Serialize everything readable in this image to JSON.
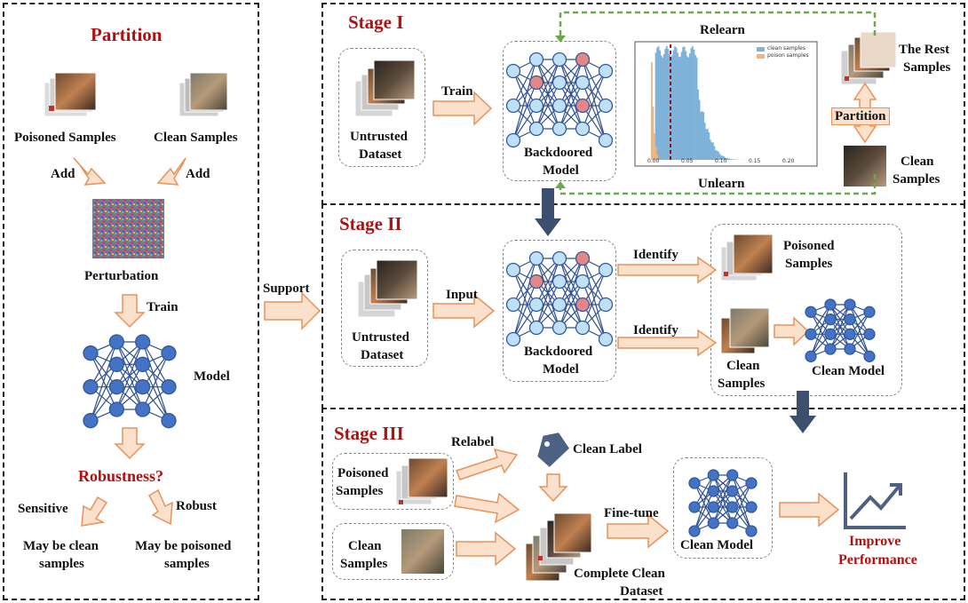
{
  "partition": {
    "title": "Partition",
    "poisoned_samples": "Poisoned Samples",
    "clean_samples": "Clean Samples",
    "add_left": "Add",
    "add_right": "Add",
    "perturbation": "Perturbation",
    "train": "Train",
    "model": "Model",
    "robustness": "Robustness?",
    "sensitive": "Sensitive",
    "robust": "Robust",
    "may_clean_1": "May be clean",
    "may_clean_2": "samples",
    "may_poisoned_1": "May be poisoned",
    "may_poisoned_2": "samples"
  },
  "support": "Support",
  "stage1": {
    "title": "Stage I",
    "untrusted_1": "Untrusted",
    "untrusted_2": "Dataset",
    "train": "Train",
    "backdoored_1": "Backdoored",
    "backdoored_2": "Model",
    "relearn": "Relearn",
    "unlearn": "Unlearn",
    "rest_1": "The Rest",
    "rest_2": "Samples",
    "partition": "Partition",
    "clean_1": "Clean",
    "clean_2": "Samples",
    "histogram": {
      "legend_clean": "clean samples",
      "legend_poison": "poison samples",
      "ticks": [
        "0.00",
        "0.05",
        "0.10",
        "0.15",
        "0.20"
      ],
      "clean_color": "#7fb2d9",
      "poison_color": "#f2b37c",
      "threshold_color": "#a01010"
    }
  },
  "stage2": {
    "title": "Stage II",
    "untrusted_1": "Untrusted",
    "untrusted_2": "Dataset",
    "input": "Input",
    "backdoored_1": "Backdoored",
    "backdoored_2": "Model",
    "identify_top": "Identify",
    "identify_bottom": "Identify",
    "poisoned_1": "Poisoned",
    "poisoned_2": "Samples",
    "clean_1": "Clean",
    "clean_2": "Samples",
    "clean_model": "Clean Model"
  },
  "stage3": {
    "title": "Stage III",
    "relabel": "Relabel",
    "clean_label": "Clean  Label",
    "poisoned_1": "Poisoned",
    "poisoned_2": "Samples",
    "clean_1": "Clean",
    "clean_2": "Samples",
    "finetune": "Fine-tune",
    "complete_1": "Complete Clean",
    "complete_2": "Dataset",
    "clean_model": "Clean Model",
    "improve_1": "Improve",
    "improve_2": "Performance"
  },
  "colors": {
    "accent_red": "#b01010",
    "arrow_fill": "#fbe0cc",
    "arrow_stroke": "#e8925a",
    "node_blue": "#bfe0f5",
    "node_red": "#e58585",
    "dark_arrow": "#3d4f6e",
    "relearn_green": "#6aa84f"
  }
}
